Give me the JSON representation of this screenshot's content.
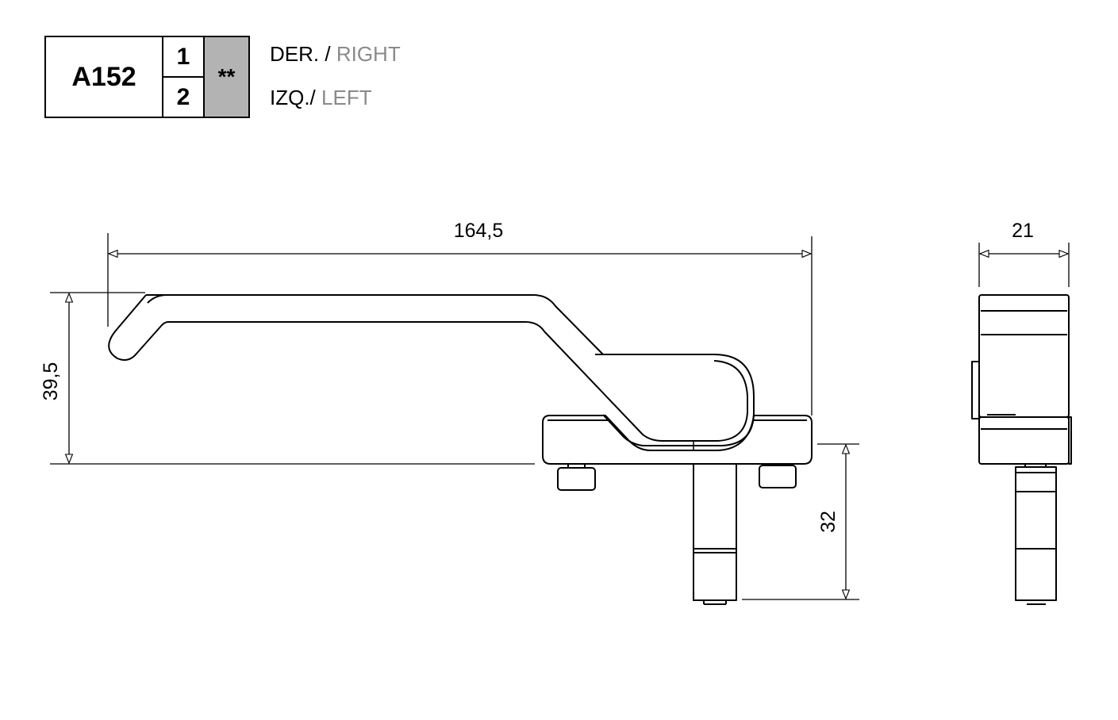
{
  "part": {
    "code": "A152",
    "variant_1": "1",
    "variant_2": "2",
    "finish": "**"
  },
  "hand": {
    "right_es": "DER. /",
    "right_en": "RIGHT",
    "left_es": "IZQ./",
    "left_en": "LEFT"
  },
  "dimensions": {
    "length": "164,5",
    "height": "39,5",
    "spindle": "32",
    "width": "21"
  }
}
